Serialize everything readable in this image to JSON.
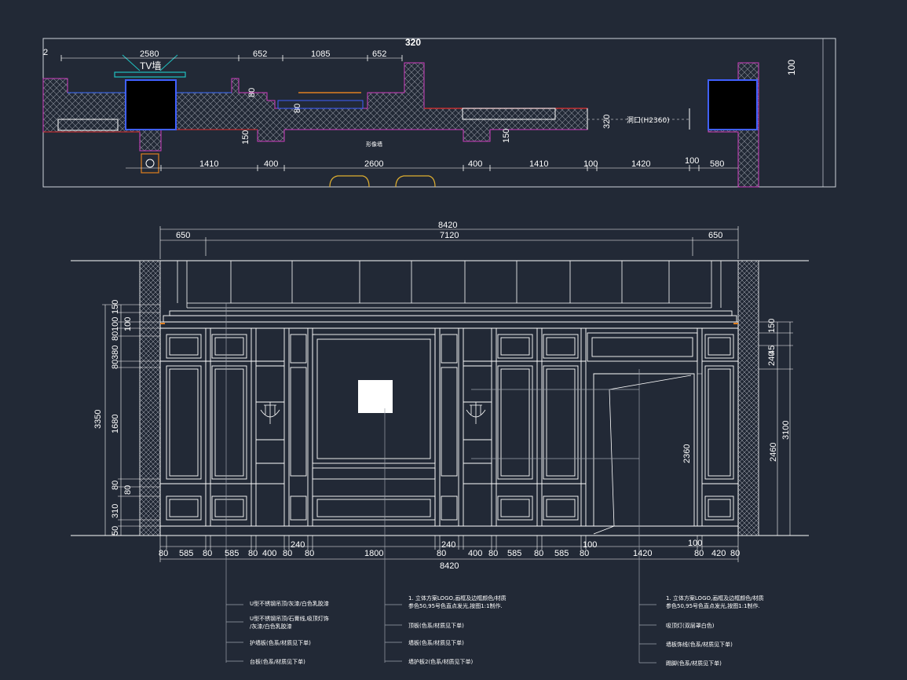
{
  "plan": {
    "tv_label": "TV墙",
    "opening_label": "洞口(H2360)",
    "center_label": "形像墙",
    "edge_left": "2",
    "top_dims": [
      "2580",
      "652",
      "1085",
      "652"
    ],
    "top_small": "320",
    "right_big": "100",
    "v_labels": [
      "80",
      "80",
      "150",
      "150",
      "320"
    ],
    "bottom_dims": [
      "1410",
      "400",
      "2600",
      "400",
      "1410",
      "100",
      "1420",
      "100",
      "580"
    ]
  },
  "elevation": {
    "top_total": "8420",
    "top_mid": "7120",
    "top_side_left": "650",
    "top_side_right": "650",
    "left_total": "3350",
    "left_dims": [
      "150",
      "100",
      "100",
      "80",
      "380",
      "80",
      "1680",
      "80",
      "80",
      "310",
      "50"
    ],
    "right_dims": [
      "150",
      "45",
      "240",
      "3100",
      "2460"
    ],
    "door_height": "2360",
    "bottom_row": [
      "80",
      "585",
      "80",
      "585",
      "80",
      "400",
      "80",
      "80",
      "1800",
      "80",
      "400",
      "80",
      "585",
      "80",
      "585",
      "80",
      "1420",
      "80",
      "420",
      "80"
    ],
    "bottom_upper": [
      "240",
      "240",
      "100",
      "100"
    ],
    "bottom_total": "8420"
  },
  "notes": {
    "col1": [
      "U型不锈钢吊顶/灰漆/白色乳胶漆",
      "U型不锈钢吊顶/石膏线,吸顶灯饰",
      "/灰漆/白色乳胶漆",
      "护墙板(色系/材质见下单)",
      "台板(色系/材质见下单)"
    ],
    "col2": [
      "1. 立体方案LOGO,画框及边框颜色/材质",
      "参色50,95号色直点发光,按图1:1制作.",
      "顶板(色系/材质见下单)",
      "墙板(色系/材质见下单)",
      "墙护板2(色系/材质见下单)"
    ],
    "col3": [
      "1. 立体方案LOGO,画框及边框颜色/材质",
      "参色50,95号色直点发光,按图1:1制作.",
      "吸顶灯(双层罩白色)",
      "墙板饰线(色系/材质见下单)",
      "踢脚(色系/材质见下单)"
    ]
  }
}
